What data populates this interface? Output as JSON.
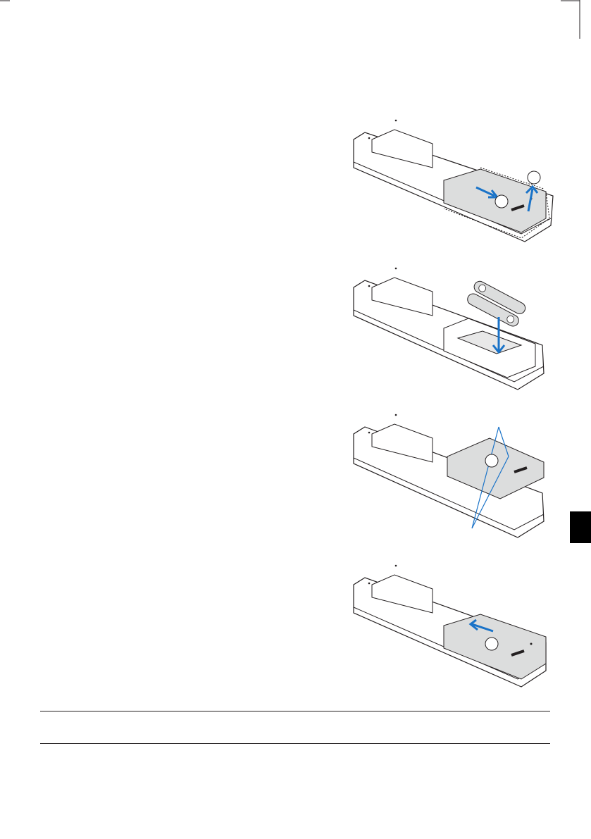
{
  "steps": [
    {
      "id": 1,
      "callouts": [
        "",
        ""
      ]
    },
    {
      "id": 2,
      "callouts": []
    },
    {
      "id": 3,
      "callouts": [
        ""
      ]
    },
    {
      "id": 4,
      "callouts": [
        ""
      ]
    }
  ],
  "side_tab": {
    "text": ""
  },
  "colors": {
    "accent_arrow": "#1a73c8",
    "outline": "#231f20",
    "cover_fill": "#dcdddd"
  }
}
